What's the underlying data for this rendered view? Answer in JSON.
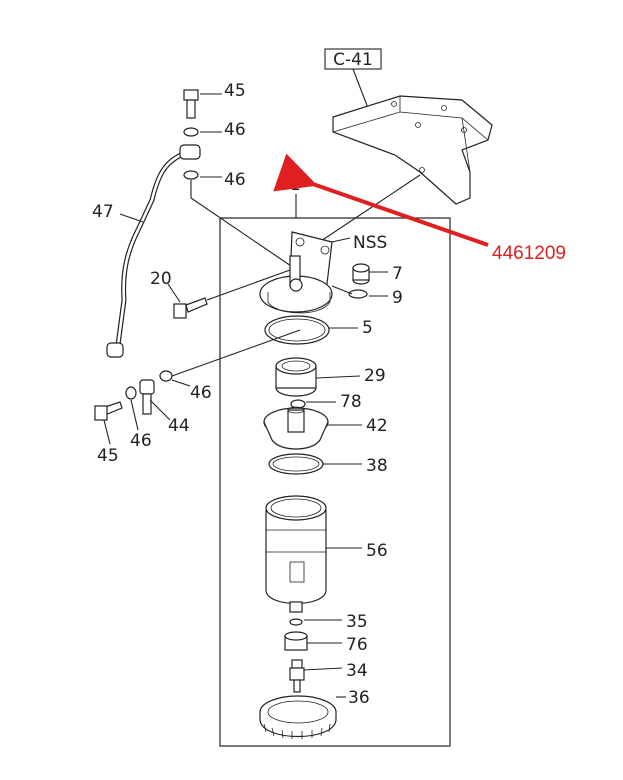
{
  "diagram": {
    "reference_box": "C-41",
    "highlight_part_number": "4461209",
    "highlight_color": "#e02020",
    "assembly_number": "1",
    "labels": {
      "p45_top": "45",
      "p46_a": "46",
      "p46_b": "46",
      "p47": "47",
      "nss": "NSS",
      "p7": "7",
      "p9": "9",
      "p20": "20",
      "p5": "5",
      "p29": "29",
      "p46_c": "46",
      "p78": "78",
      "p44": "44",
      "p46_d": "46",
      "p45_bottom": "45",
      "p42": "42",
      "p38": "38",
      "p56": "56",
      "p35": "35",
      "p76": "76",
      "p34": "34",
      "p36": "36"
    }
  }
}
